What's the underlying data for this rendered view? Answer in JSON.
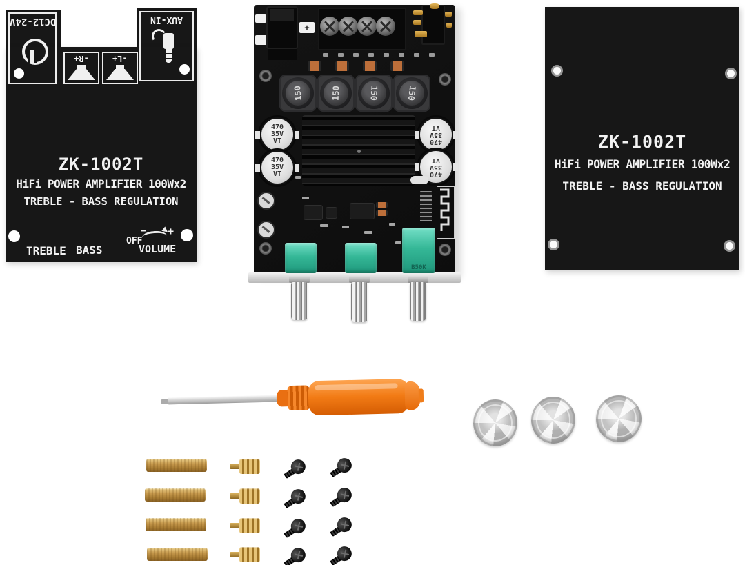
{
  "product": {
    "model": "ZK-1002T",
    "title_line": "HiFi POWER AMPLIFIER 100Wx2",
    "subtitle_line": "TREBLE - BASS REGULATION"
  },
  "left_panel": {
    "model": "ZK-1002T",
    "line1": "HiFi POWER AMPLIFIER 100Wx2",
    "line2": "TREBLE - BASS REGULATION",
    "dc_label": "DC12-24V",
    "aux_label": "AUX-IN",
    "speaker_r_label": "-R+",
    "speaker_l_label": "-L+",
    "treble_label": "TREBLE",
    "bass_label": "BASS",
    "off_label": "OFF",
    "volume_label": "VOLUME",
    "minus_mark": "−",
    "plus_mark": "+"
  },
  "right_panel": {
    "model": "ZK-1002T",
    "line1": "HiFi POWER AMPLIFIER 100Wx2",
    "line2": "TREBLE - BASS REGULATION"
  },
  "board": {
    "inductor_labels": [
      "150",
      "150",
      "150",
      "150"
    ],
    "cap_lines": [
      "470",
      "35V",
      "VT"
    ],
    "polarity_mark": "+",
    "volume_pot_label": "B50K"
  },
  "icons": {
    "power": "power-icon",
    "aux_plug": "aux-plug-icon",
    "speaker": "speaker-icon",
    "volume_arrow": "curved-arrow-icon",
    "pcb_antenna": "pcb-antenna-icon",
    "phillips_screw": "phillips-cross-icon"
  },
  "colors": {
    "panel_black": "#171717",
    "pcb_black": "#101010",
    "pot_teal": "#35b897",
    "handle_orange": "#f07318",
    "brass": "#c49a4a",
    "knob_silver": "#d9d9d9",
    "cap_orange": "#bd6f3a",
    "screw_black": "#1a1a1a"
  }
}
